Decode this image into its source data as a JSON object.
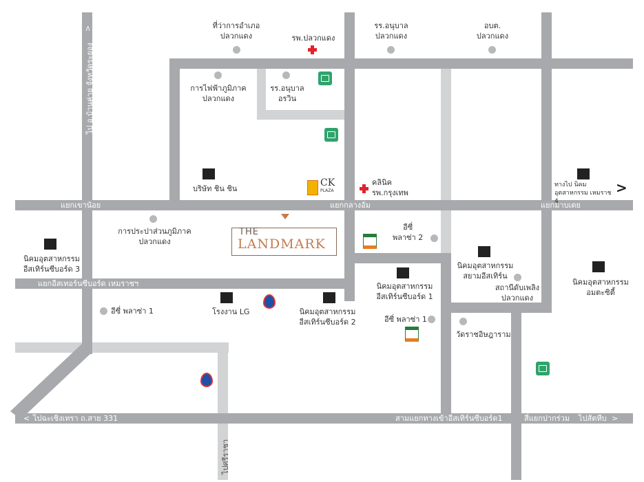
{
  "project": {
    "name_top": "THE",
    "name_main": "LANDMARK"
  },
  "roads": {
    "main_top": "แยกเขาน้อย",
    "junction_klang": "แยกกลางอ้ม",
    "junction_manadee": "แยกมาบเตย",
    "eastern_seaboard_road": "แยกอีสเทอร์นซีบอร์ด เหมราชฯ",
    "bottom_left": "ไปฉะเชิงเทรา ถ.สาย  331",
    "bottom_mid": "สามแยกทางเข้าอีสเทิร์นซีบอร์ด1",
    "bottom_mid2": "สี่แยกปากร่วม",
    "bottom_right": "ไปสัตหีบ",
    "left_vertical": "ไป อ.บ้านค่าย จังหวัดระยอง",
    "bottom_vertical": "ไปศรีราชา",
    "right_arrow": "ทางไป นิคมอุตสาหกรรม เหมราช 4"
  },
  "places": {
    "district_office": "ที่ว่าการอำเภอ\nปลวกแดง",
    "hospital_top": "รพ.ปลวกแดง",
    "kindergarten_top": "รร.อนุบาล\nปลวกแดง",
    "subdistrict": "อบต.\nปลวกแดง",
    "electricity": "การไฟฟ้าภูมิภาค\nปลวกแดง",
    "kindergarten_orawin": "รร.อนุบาล\nอรวิน",
    "chin_chin": "บริษัท ชิน ชิน",
    "ck_plaza_top": "CK",
    "ck_plaza_bottom": "PLAZA",
    "clinic": "คลินิค\nรพ.กรุงเทพ",
    "waterworks": "การประปาส่วนภูมิภาค\nปลวกแดง",
    "esie_plaza2": "อีซี่\nพลาซ่า 2",
    "eastern_seaboard3": "นิคมอุตสาหกรรม\nอีสเทิร์นซีบอร์ด 3",
    "esie_plaza1_left": "อีซี่ พลาซ่า 1",
    "lg_factory": "โรงงาน LG",
    "eastern_seaboard2": "นิคมอุตสาหกรรม\nอีสเทิร์นซีบอร์ด 2",
    "eastern_seaboard1": "นิคมอุตสาหกรรม\nอีสเทิร์นซีบอร์ด 1",
    "esie_plaza1_right": "อีซี่ พลาซ่า 1",
    "siam_eastern": "นิคมอุตสาหกรรม\nสยามอีสเทิร์น",
    "fire_station": "สถานีดับเพลิง\nปลวกแดง",
    "amata_city": "นิคมอุตสาหกรรม\nอมตะซิตี้",
    "temple": "วัดราชอิษฎาราม"
  },
  "icon_names": {
    "hospital": "cross-icon",
    "bank": "bank-icon",
    "factory": "factory-icon",
    "gas": "gas-station-icon",
    "store": "seven-eleven-icon",
    "poi": "poi-dot-icon"
  },
  "colors": {
    "road": "#a7a9ac",
    "road_light": "#d1d3d4",
    "hospital": "#e2232a",
    "bank": "#2fa36b",
    "brand": "#c27c4f"
  }
}
